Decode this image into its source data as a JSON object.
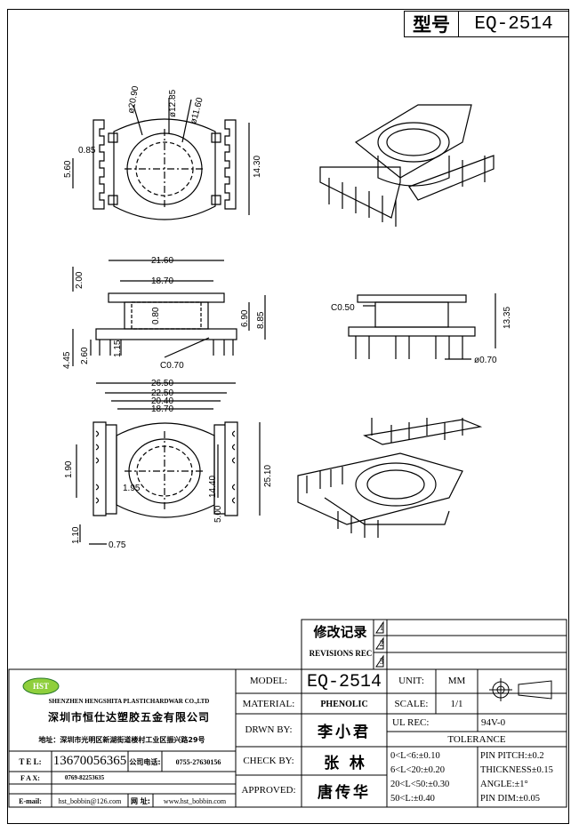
{
  "header": {
    "model_label": "型号",
    "model_value": "EQ-2514"
  },
  "dimensions": {
    "top_view": [
      "ø20.90",
      "ø12.85",
      "ø11.60",
      "0.85",
      "5.60",
      "14.30"
    ],
    "side_view": [
      "21.60",
      "18.70",
      "2.00",
      "0.80",
      "6.90",
      "8.85",
      "4.45",
      "2.60",
      "1.15",
      "C0.70"
    ],
    "right_side_view": [
      "C0.50",
      "13.35",
      "ø0.70"
    ],
    "bottom_view": [
      "26.50",
      "22.50",
      "20.40",
      "18.70",
      "1.90",
      "1.95",
      "14.40",
      "25.10",
      "5.00",
      "1.10",
      "0.75"
    ]
  },
  "revisions": {
    "title": "修改记录",
    "subtitle": "REVISIONS REC",
    "marks": [
      "1",
      "2",
      "3"
    ]
  },
  "company": {
    "logo": "HST",
    "name_en": "SHENZHEN HENGSHITA PLASTICHARDWAR CO.,LTD",
    "name_cn": "深圳市恒仕达塑胶五金有限公司",
    "address": "地址：深圳市光明区新湖街道楼村工业区振兴路29号",
    "tel_label": "T E L:",
    "tel": "13670056365",
    "company_phone_label": "公司电话:",
    "company_phone": "0755-27630156",
    "fax_label": "F A X:",
    "fax": "0769-82253635",
    "email_label": "E-mail:",
    "email": "hst_bobbin@126.com",
    "web_label": "网  址:",
    "web": "www.hst_bobbin.com"
  },
  "info": {
    "model_label": "MODEL:",
    "model": "EQ-2514",
    "material_label": "MATERIAL:",
    "material": "PHENOLIC",
    "drawn_label": "DRWN BY:",
    "drawn": "李小君",
    "check_label": "CHECK BY:",
    "check": "张  林",
    "approved_label": "APPROVED:",
    "approved": "唐传华",
    "unit_label": "UNIT:",
    "unit": "MM",
    "scale_label": "SCALE:",
    "scale": "1/1",
    "ul_label": "UL REC:",
    "ul": "94V-0",
    "tolerance_title": "TOLERANCE",
    "tol_left": [
      "0<L<6:±0.10",
      "6<L<20:±0.20",
      "20<L<50:±0.30",
      "50<L:±0.40"
    ],
    "tol_right": [
      "PIN PITCH:±0.2",
      "THICKNESS±0.15",
      "ANGLE:±1°",
      "PIN DIM:±0.05"
    ]
  }
}
